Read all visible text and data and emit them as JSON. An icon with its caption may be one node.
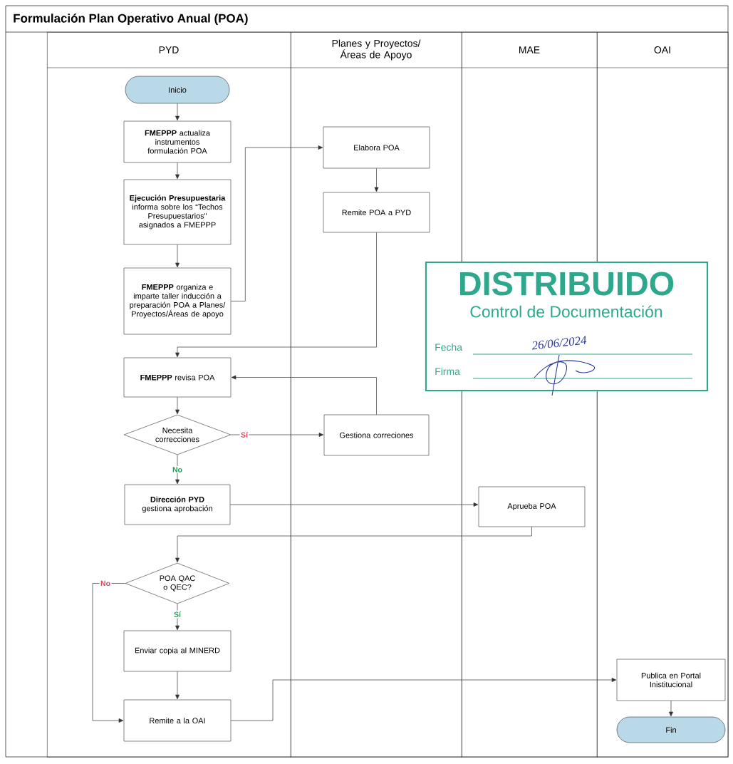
{
  "diagram": {
    "title": "Formulación Plan Operativo Anual (POA)",
    "nodes": [
      {
        "text": [
          "PYD"
        ]
      },
      {
        "text": [
          "Planes y Proyectos/ Áreas de Apoyo"
        ]
      },
      {
        "text": [
          "MAE"
        ]
      },
      {
        "text": [
          "OAI"
        ]
      },
      {
        "text": [
          "Inicio"
        ],
        "in": 0
      },
      {
        "text": [
          "**FMEPPP** actualiza instrumentos formulación POA"
        ],
        "in": 0
      },
      {
        "text": [
          "**Ejecución Presupuestaria** informa sobre los “Techos Presupuestarios\" asignados a FMEPPP"
        ],
        "in": 0
      },
      {
        "text": [
          "**FMEPPP** organiza e imparte taller inducción a preparación POA a Planes/ Proyectos/Áreas de apoyo"
        ],
        "in": 0
      },
      {
        "text": [
          "Elabora POA"
        ],
        "in": 1
      },
      {
        "text": [
          "Remite POA a PYD"
        ],
        "in": 1
      },
      {
        "text": [
          "**FMEPPP** revisa POA"
        ],
        "in": 0
      },
      {
        "text": [
          "Necesita correcciones"
        ],
        "in": 0
      },
      {
        "text": [
          "Gestiona correciones"
        ],
        "in": 1
      },
      {
        "text": [
          "**Dirección PYD** gestiona aprobación"
        ],
        "in": 0
      },
      {
        "text": [
          "Aprueba POA"
        ],
        "in": 2
      },
      {
        "text": [
          "POA QAC o QEC?"
        ],
        "in": 0
      },
      {
        "text": [
          "Enviar copia al MINERD"
        ],
        "in": 0
      },
      {
        "text": [
          "Remite a la OAI"
        ],
        "in": 0
      },
      {
        "text": [
          "Publica en Portal Inistitucional"
        ],
        "in": 3
      },
      {
        "text": [
          "Fin"
        ],
        "in": 3
      }
    ],
    "edges": [
      {
        "from": 4,
        "to": 5,
        "arrow": "to"
      },
      {
        "from": 5,
        "to": 6,
        "arrow": "to"
      },
      {
        "from": 6,
        "to": 7,
        "arrow": "to"
      },
      {
        "from": 7,
        "to": 8,
        "arrow": "to"
      },
      {
        "from": 8,
        "to": 9,
        "arrow": "to"
      },
      {
        "from": 9,
        "to": 10,
        "arrow": "to"
      },
      {
        "from": 10,
        "to": 11,
        "arrow": "to"
      },
      {
        "from": 11,
        "to": 12,
        "arrow": "to",
        "label": "Sí"
      },
      {
        "from": 12,
        "to": 10,
        "arrow": "to"
      },
      {
        "from": 11,
        "to": 13,
        "arrow": "to",
        "label": "No"
      },
      {
        "from": 13,
        "to": 14,
        "arrow": "to"
      },
      {
        "from": 14,
        "to": 15,
        "arrow": "to"
      },
      {
        "from": 15,
        "to": 17,
        "arrow": "to",
        "label": "No"
      },
      {
        "from": 15,
        "to": 16,
        "arrow": "to",
        "label": "Sí"
      },
      {
        "from": 16,
        "to": 17,
        "arrow": "to"
      },
      {
        "from": 17,
        "to": 18,
        "arrow": "to"
      },
      {
        "from": 18,
        "to": 19,
        "arrow": "to"
      }
    ],
    "labels": [
      "DISTRIBUIDO",
      "Control de Documentación",
      "Fecha",
      "26/06/2024",
      "Firma"
    ]
  }
}
